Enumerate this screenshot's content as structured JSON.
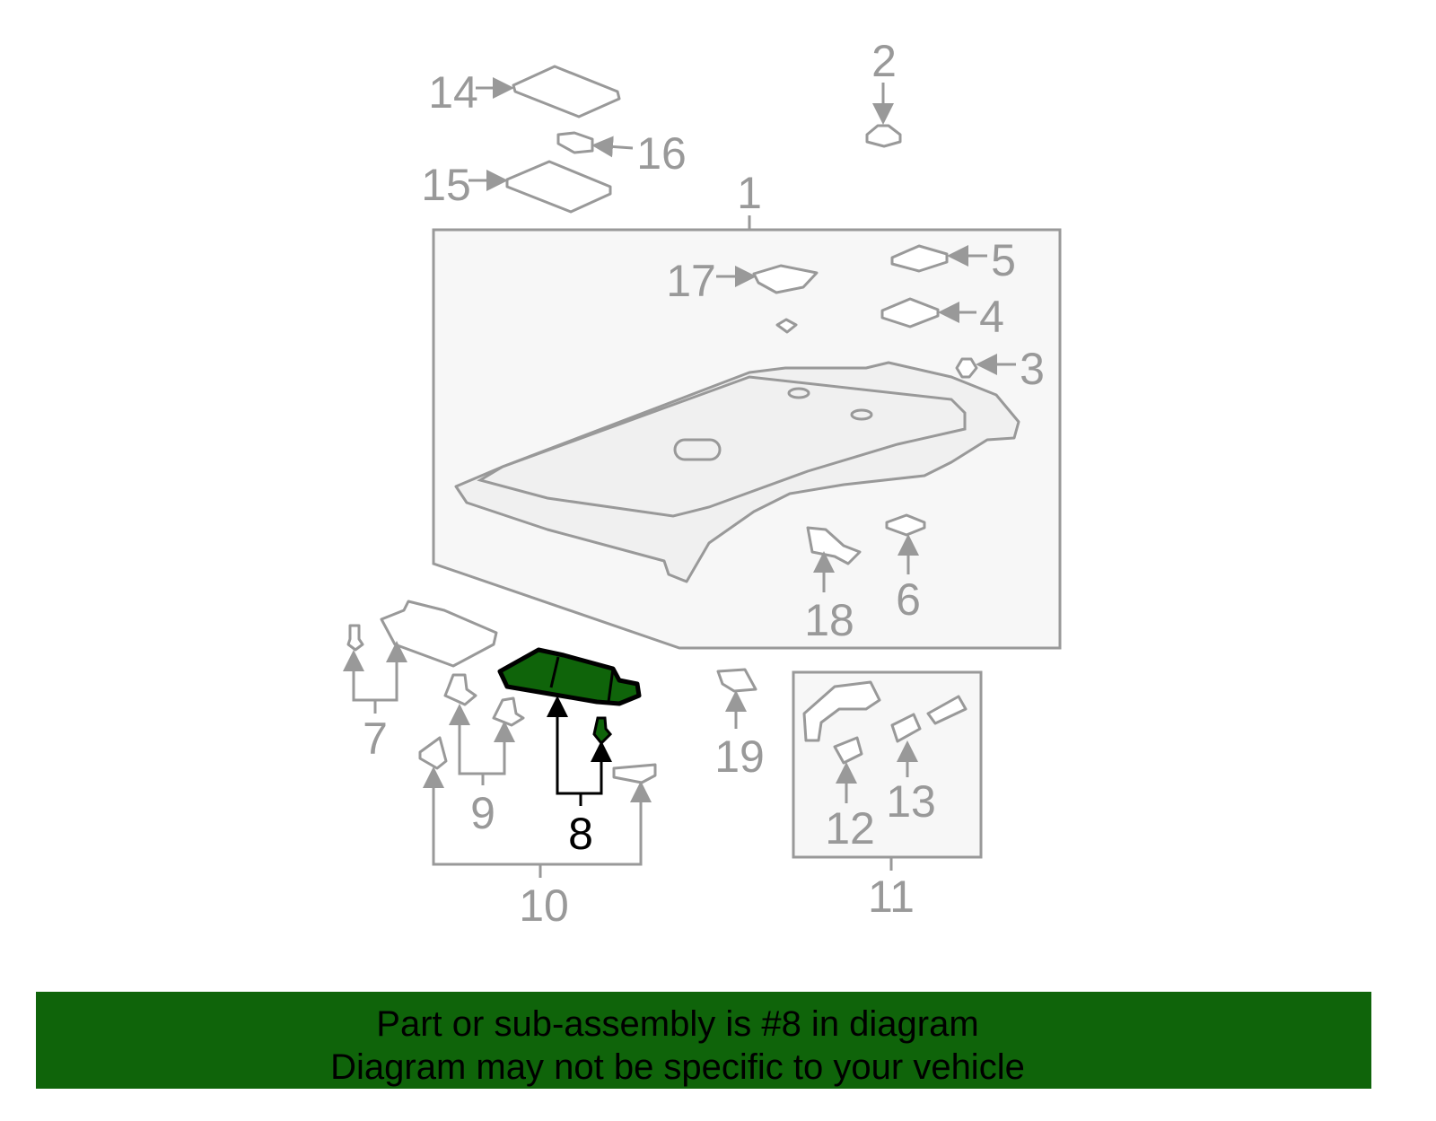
{
  "diagram": {
    "callouts": {
      "c1": "1",
      "c2": "2",
      "c3": "3",
      "c4": "4",
      "c5": "5",
      "c6": "6",
      "c7": "7",
      "c8": "8",
      "c9": "9",
      "c10": "10",
      "c11": "11",
      "c12": "12",
      "c13": "13",
      "c14": "14",
      "c15": "15",
      "c16": "16",
      "c17": "17",
      "c18": "18",
      "c19": "19"
    },
    "highlighted_part": "8",
    "colors": {
      "highlight": "#0f640a",
      "line": "#999999",
      "panel": "#f7f7f7"
    }
  },
  "banner": {
    "line1": "Part or sub-assembly is #8 in diagram",
    "line2": "Diagram may not be specific to your vehicle",
    "color": "#0f640a"
  }
}
